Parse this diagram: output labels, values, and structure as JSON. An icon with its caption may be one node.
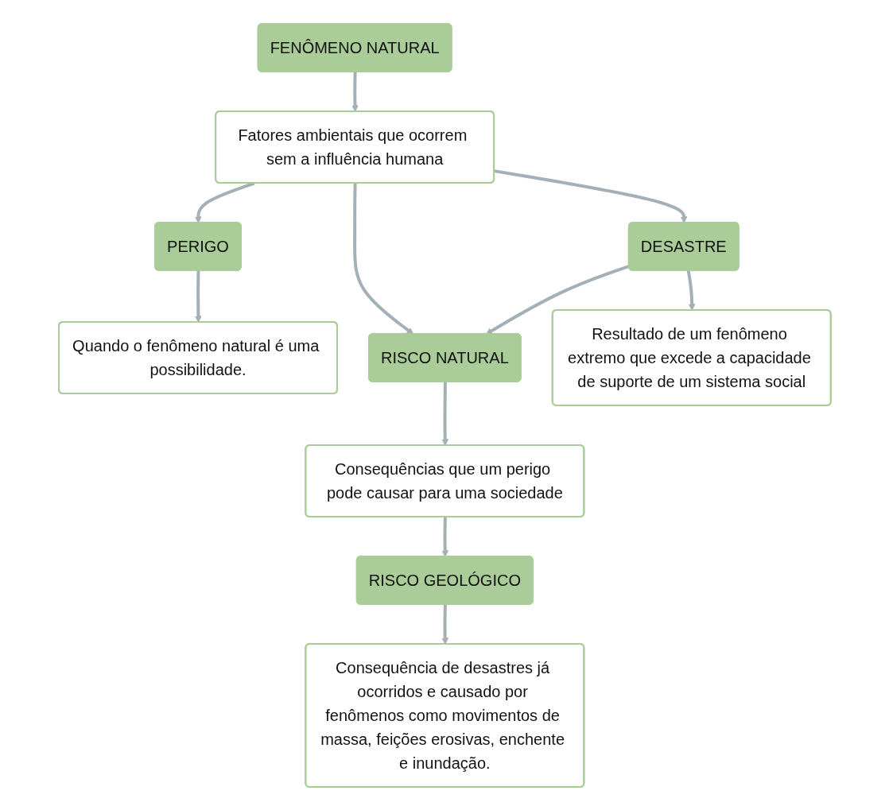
{
  "diagram": {
    "nodes": [
      {
        "text": [
          "FENÔMENO NATURAL"
        ]
      },
      {
        "text": [
          "Fatores ambientais que ocorrem sem a influência humana"
        ]
      },
      {
        "text": [
          "PERIGO"
        ]
      },
      {
        "text": [
          "RISCO NATURAL"
        ]
      },
      {
        "text": [
          "DESASTRE"
        ]
      },
      {
        "text": [
          "Quando o fenômeno natural é uma possibilidade."
        ]
      },
      {
        "text": [
          "Consequências que um perigo pode causar para uma sociedade"
        ]
      },
      {
        "text": [
          "Resultado de um fenômeno extremo que excede a capacidade de suporte de um sistema social"
        ]
      },
      {
        "text": [
          "RISCO GEOLÓGICO"
        ]
      },
      {
        "text": [
          "Consequência de desastres já ocorridos e causado por fenômenos como movimentos de massa, feições erosivas, enchente e inundação."
        ]
      }
    ],
    "edges": [
      {
        "from": 0,
        "to": 1,
        "arrow": "to"
      },
      {
        "from": 1,
        "to": 2,
        "arrow": "to"
      },
      {
        "from": 1,
        "to": 3,
        "arrow": "to"
      },
      {
        "from": 1,
        "to": 4,
        "arrow": "to"
      },
      {
        "from": 4,
        "to": 3,
        "arrow": "to"
      },
      {
        "from": 2,
        "to": 5,
        "arrow": "to"
      },
      {
        "from": 3,
        "to": 6,
        "arrow": "to"
      },
      {
        "from": 4,
        "to": 7,
        "arrow": "to"
      },
      {
        "from": 6,
        "to": 8,
        "arrow": "to"
      },
      {
        "from": 8,
        "to": 9,
        "arrow": "to"
      }
    ]
  }
}
